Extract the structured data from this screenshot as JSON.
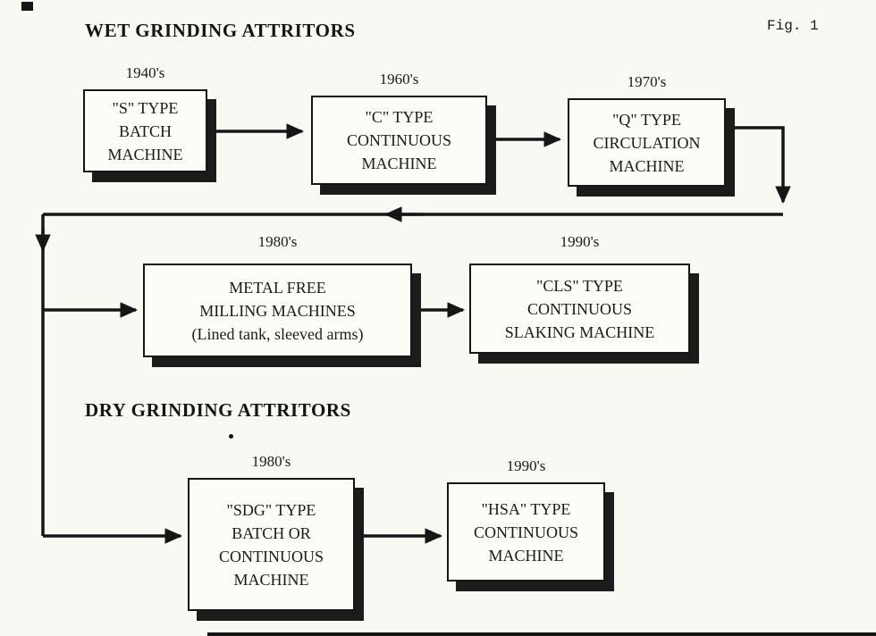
{
  "figure": {
    "label": "Fig. 1",
    "wet_section_title": "WET GRINDING ATTRITORS",
    "dry_section_title": "DRY GRINDING ATTRITORS"
  },
  "colors": {
    "paper": "#f9f8f2",
    "ink": "#161616",
    "box_fill": "#fdfcf6",
    "shadow": "#1b1b1b"
  },
  "nodes": {
    "s_type": {
      "era": "1940's",
      "lines": [
        "\"S\" TYPE",
        "BATCH",
        "MACHINE"
      ]
    },
    "c_type": {
      "era": "1960's",
      "lines": [
        "\"C\" TYPE",
        "CONTINUOUS",
        "MACHINE"
      ]
    },
    "q_type": {
      "era": "1970's",
      "lines": [
        "\"Q\" TYPE",
        "CIRCULATION",
        "MACHINE"
      ]
    },
    "metal_free": {
      "era": "1980's",
      "lines": [
        "METAL FREE",
        "MILLING MACHINES",
        "(Lined tank, sleeved arms)"
      ]
    },
    "cls_type": {
      "era": "1990's",
      "lines": [
        "\"CLS\" TYPE",
        "CONTINUOUS",
        "SLAKING MACHINE"
      ]
    },
    "sdg_type": {
      "era": "1980's",
      "lines": [
        "\"SDG\" TYPE",
        "BATCH OR",
        "CONTINUOUS",
        "MACHINE"
      ]
    },
    "hsa_type": {
      "era": "1990's",
      "lines": [
        "\"HSA\" TYPE",
        "CONTINUOUS",
        "MACHINE"
      ]
    }
  }
}
